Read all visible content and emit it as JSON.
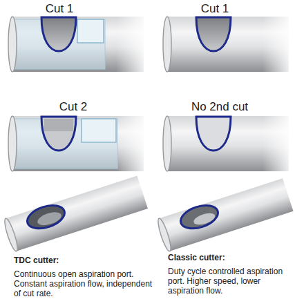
{
  "diagram": {
    "labels": [
      "Cut 1",
      "Cut 1",
      "Cut 2",
      "No 2nd cut",
      "TDC cutter:",
      "Continuous open aspiration port. Constant aspiration flow, independent of cut rate.",
      "Classic cutter:",
      "Duty cycle controlled aspiration port. Higher speed, lower aspiration flow."
    ]
  }
}
